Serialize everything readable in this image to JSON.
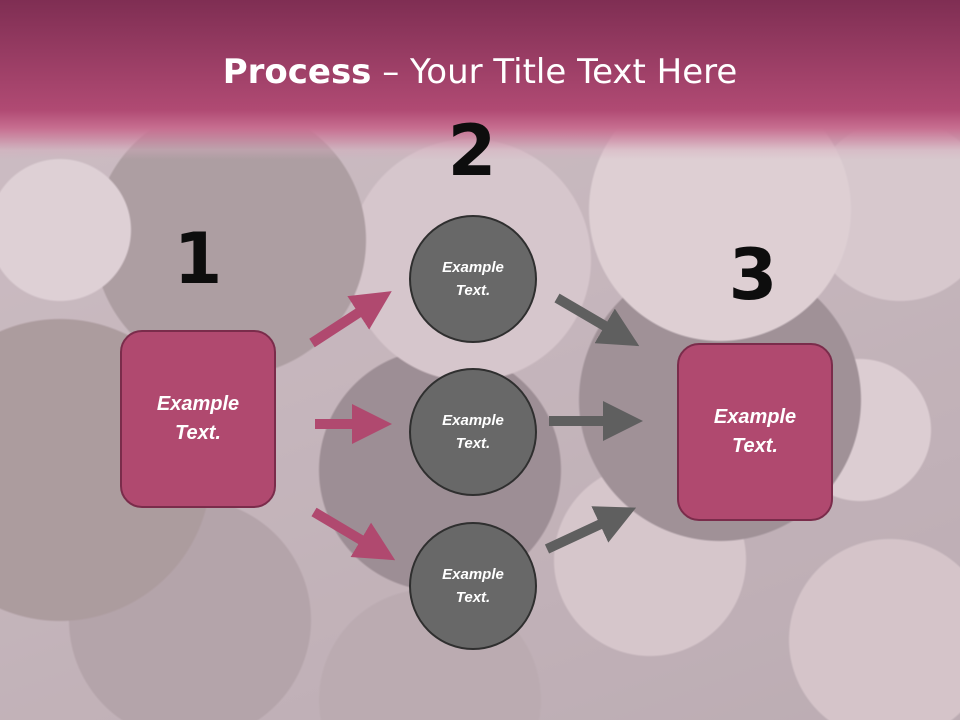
{
  "slide": {
    "title_bold": "Process",
    "title_rest": " – Your Title Text Here",
    "steps": [
      {
        "number": "1",
        "text": "Example\nText."
      },
      {
        "number": "2",
        "items": [
          "Example\nText.",
          "Example\nText.",
          "Example\nText."
        ]
      },
      {
        "number": "3",
        "text": "Example\nText."
      }
    ]
  },
  "colors": {
    "title_band": "#b04a73",
    "box_fill": "#b0496f",
    "circle_fill": "#686868",
    "arrow_pink": "#b0496f",
    "arrow_gray": "#5f5f5f"
  }
}
